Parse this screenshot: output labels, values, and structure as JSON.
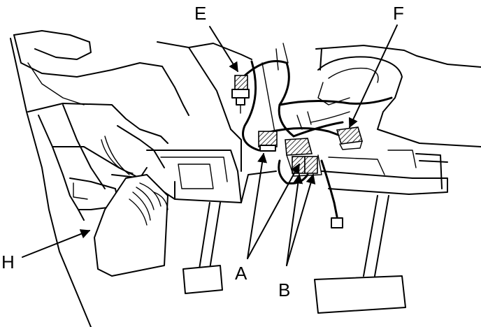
{
  "diagram": {
    "labels": {
      "a": "A",
      "b": "B",
      "e": "E",
      "f": "F",
      "h": "H"
    }
  }
}
